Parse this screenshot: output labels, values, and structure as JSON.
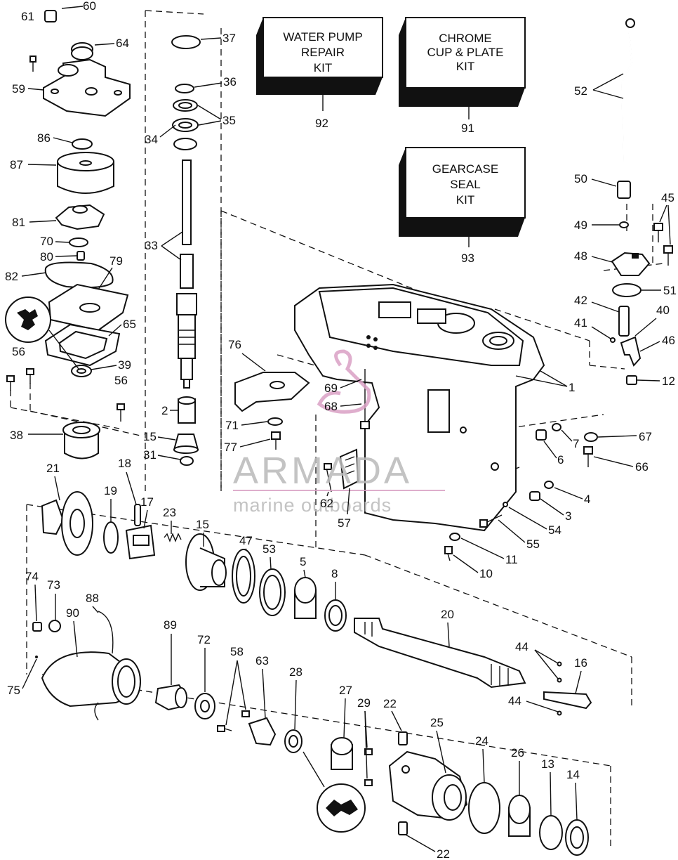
{
  "kits": {
    "water_pump": [
      "WATER PUMP",
      "REPAIR",
      "KIT"
    ],
    "water_pump_number": "92",
    "chrome_cup": [
      "CHROME",
      "CUP & PLATE",
      "KIT"
    ],
    "chrome_cup_number": "91",
    "gearcase_seal": [
      "GEARCASE",
      "SEAL",
      "KIT"
    ],
    "gearcase_seal_number": "93"
  },
  "watermark": {
    "brand": "ARMADA",
    "tagline": "marine outboards",
    "accent_color": "#d9a0c4",
    "text_color": "#b9b9b9"
  },
  "labels": {
    "l1": "1",
    "l2": "2",
    "l3": "3",
    "l4": "4",
    "l5": "5",
    "l6": "6",
    "l7": "7",
    "l8": "8",
    "l10": "10",
    "l11": "11",
    "l12": "12",
    "l13": "13",
    "l14": "14",
    "l15a": "15",
    "l15b": "15",
    "l16": "16",
    "l17": "17",
    "l18": "18",
    "l19": "19",
    "l20": "20",
    "l21": "21",
    "l22a": "22",
    "l22b": "22",
    "l23": "23",
    "l24": "24",
    "l25": "25",
    "l26": "26",
    "l27": "27",
    "l28": "28",
    "l29": "29",
    "l31": "31",
    "l33": "33",
    "l34": "34",
    "l35": "35",
    "l36": "36",
    "l37": "37",
    "l38": "38",
    "l39": "39",
    "l40": "40",
    "l41": "41",
    "l42": "42",
    "l44a": "44",
    "l44b": "44",
    "l45": "45",
    "l46": "46",
    "l47": "47",
    "l48": "48",
    "l49": "49",
    "l50": "50",
    "l51": "51",
    "l52": "52",
    "l53": "53",
    "l54": "54",
    "l55": "55",
    "l56a": "56",
    "l56b": "56",
    "l57": "57",
    "l58": "58",
    "l59": "59",
    "l60": "60",
    "l61": "61",
    "l62": "62",
    "l63": "63",
    "l64": "64",
    "l65": "65",
    "l66": "66",
    "l67": "67",
    "l68": "68",
    "l69": "69",
    "l70": "70",
    "l71": "71",
    "l72": "72",
    "l73": "73",
    "l74": "74",
    "l75": "75",
    "l76": "76",
    "l77": "77",
    "l79": "79",
    "l80": "80",
    "l81": "81",
    "l82": "82",
    "l86": "86",
    "l87": "87",
    "l88": "88",
    "l89": "89",
    "l90": "90"
  }
}
